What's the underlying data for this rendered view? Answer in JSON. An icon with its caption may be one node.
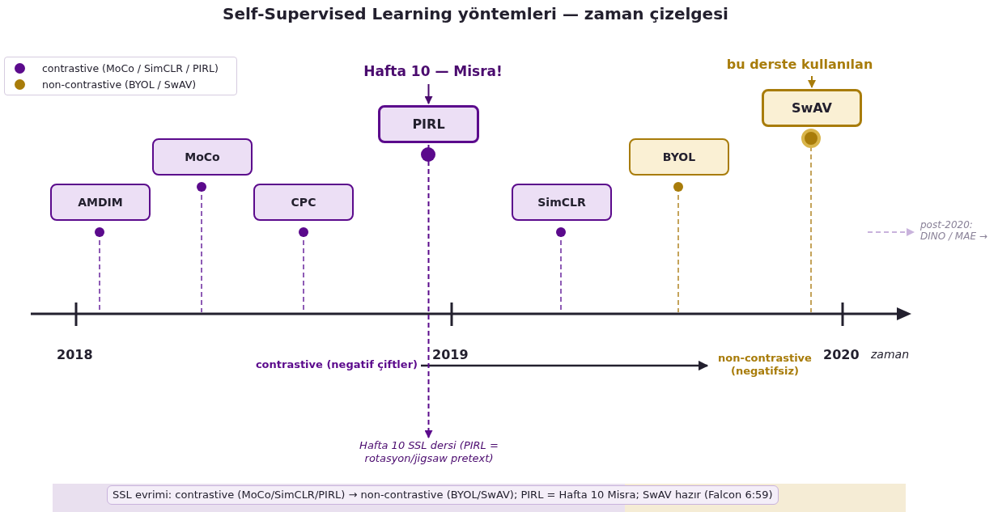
{
  "diagram": {
    "title": "Self-Supervised Learning yöntemleri — zaman çizelgesi",
    "nodes": [
      {
        "text": [
          "Hafta 10 — Misra!"
        ]
      },
      {
        "text": [
          "bu derste kullanılan"
        ]
      },
      {
        "text": [
          "AMDIM"
        ]
      },
      {
        "text": [
          "MoCo"
        ]
      },
      {
        "text": [
          "CPC"
        ]
      },
      {
        "text": [
          "PIRL"
        ]
      },
      {
        "text": [
          "SimCLR"
        ]
      },
      {
        "text": [
          "BYOL"
        ]
      },
      {
        "text": [
          "SwAV"
        ]
      },
      {
        "text": [
          "post-2020: DINO / MAE →"
        ]
      },
      {
        "text": [
          "contrastive (negatif çiftler)"
        ]
      },
      {
        "text": [
          "non-contrastive (negatifsiz)"
        ]
      },
      {
        "text": [
          "Hafta 10 SSL dersi (PIRL = rotasyon/jigsaw pretext)"
        ]
      }
    ],
    "edges": [
      {
        "from": 0,
        "to": 5,
        "arrow": "to",
        "color": "#4a0a6e"
      },
      {
        "from": 1,
        "to": 8,
        "arrow": "to",
        "color": "#a87c0a"
      },
      {
        "from": null,
        "to": 9,
        "arrow": "to",
        "style": "dashed",
        "color": "#c9b3dc"
      },
      {
        "from": 10,
        "to": 11,
        "arrow": "to"
      },
      {
        "from": 5,
        "to": 12,
        "arrow": "to",
        "style": "dashed",
        "color": "#5b0a8c"
      }
    ],
    "labels": [
      "2018",
      "2019",
      "2020",
      "zaman",
      "SSL evrimi: contrastive (MoCo/SimCLR/PIRL) → non-contrastive (BYOL/SwAV); PIRL = Hafta 10 Misra; SwAV hazır (Falcon 6:59)"
    ],
    "legend": [
      {
        "text": "contrastive (MoCo / SimCLR / PIRL)",
        "color": "#5b0a8c"
      },
      {
        "text": "non-contrastive (BYOL / SwAV)",
        "color": "#a87c0a"
      }
    ]
  }
}
